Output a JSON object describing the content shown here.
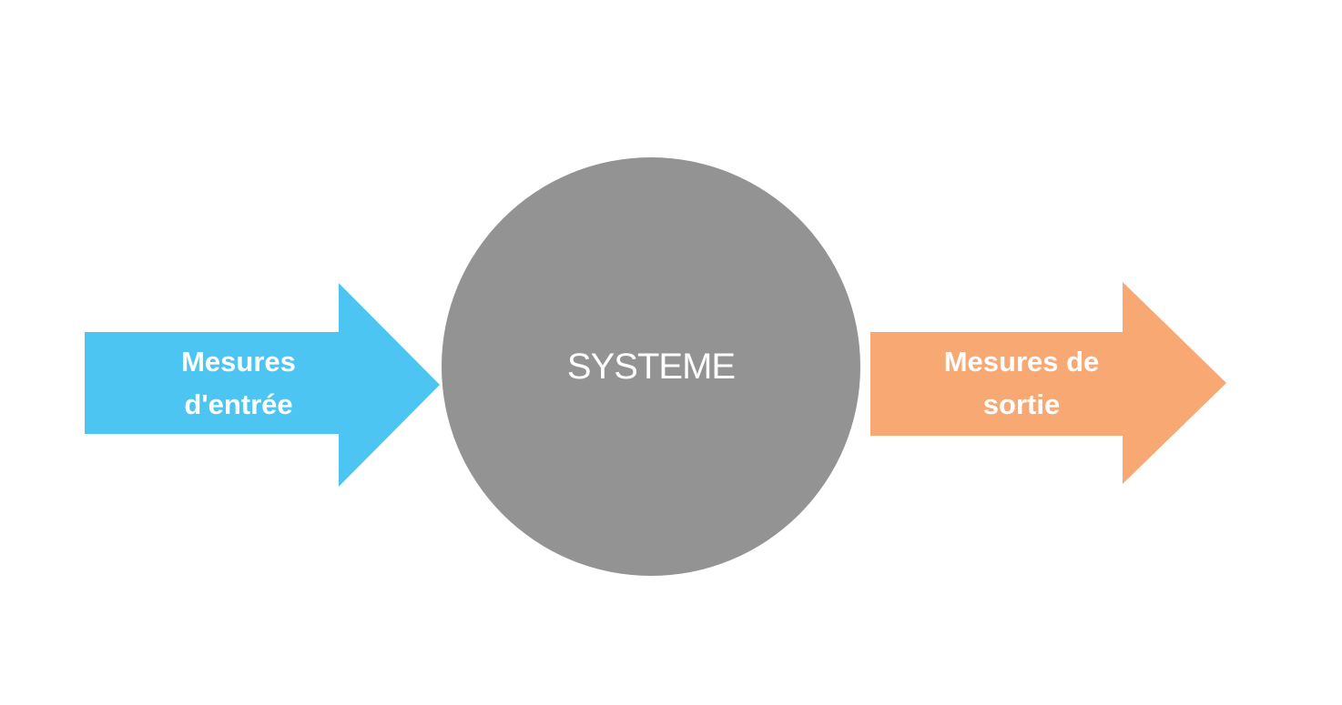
{
  "diagram": {
    "background_color": "#FFFFFF",
    "text_color": "#FFFFFF",
    "input_arrow": {
      "label": "Mesures d'entrée",
      "color": "#4DC5F2",
      "direction": "right"
    },
    "system": {
      "label": "SYSTEME",
      "color": "#939393",
      "shape": "circle"
    },
    "output_arrow": {
      "label": "Mesures de sortie",
      "color": "#F7A873",
      "direction": "right"
    }
  }
}
